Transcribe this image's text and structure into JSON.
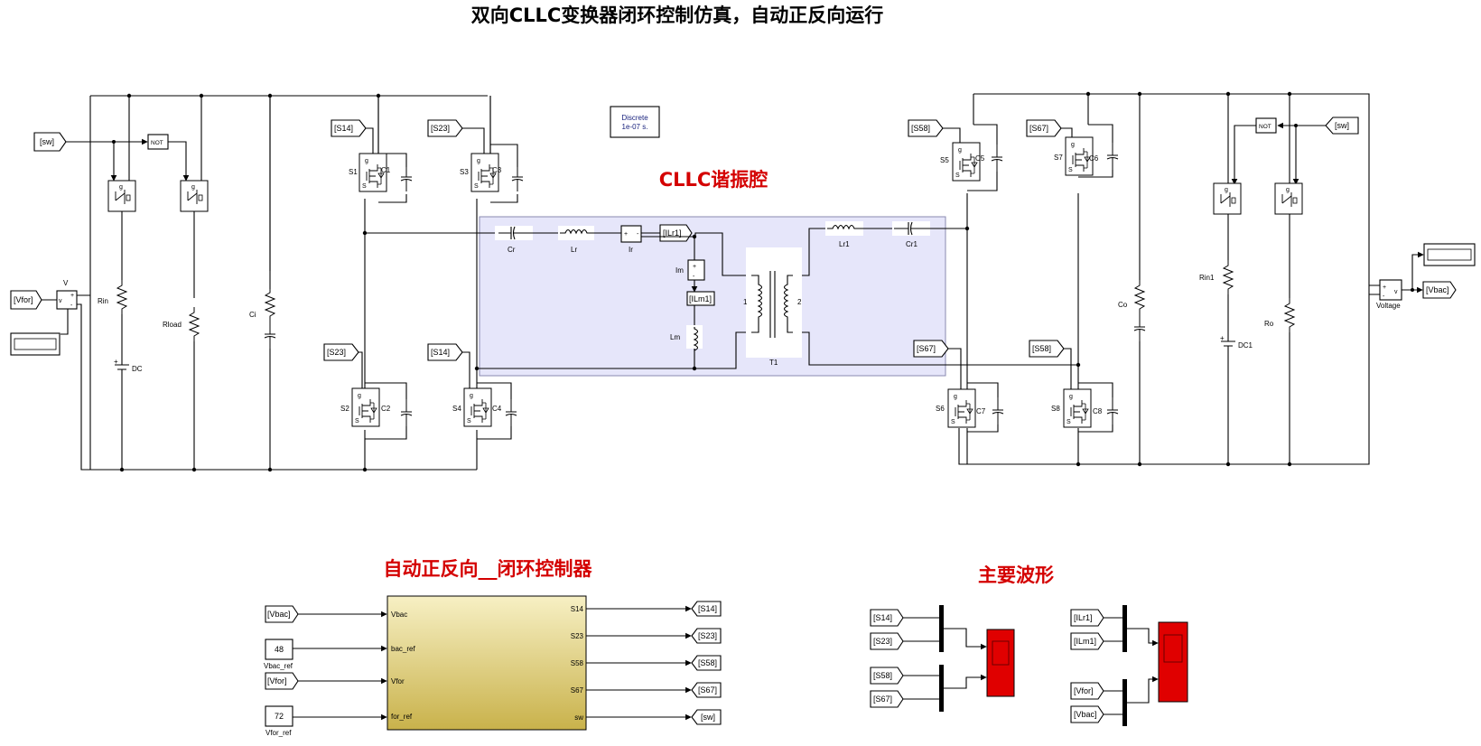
{
  "title": "双向CLLC变换器闭环控制仿真，自动正反向运行",
  "powergui": {
    "line1": "Discrete",
    "line2": "1e-07 s."
  },
  "resonant_title": "CLLC谐振腔",
  "controller_title": "自动正反向__闭环控制器",
  "waveform_title": "主要波形",
  "left_side": {
    "sw_tag": "[sw]",
    "not_label": "NOT",
    "vfor_tag": "[Vfor]",
    "vm_label": "V",
    "vm_port": "v",
    "rin": "Rin",
    "dc": "DC",
    "rload": "Rload",
    "ci": "Ci"
  },
  "primary_bridge": {
    "s1": "S1",
    "s2": "S2",
    "s3": "S3",
    "s4": "S4",
    "c1": "C1",
    "c2": "C2",
    "c3": "C3",
    "c4": "C4",
    "tag_s14_top": "[S14]",
    "tag_s23_top": "[S23]",
    "tag_s23_bot": "[S23]",
    "tag_s14_bot": "[S14]"
  },
  "tank": {
    "cr": "Cr",
    "lr": "Lr",
    "ir": "Ir",
    "ilr1_tag": "[ILr1]",
    "im": "Im",
    "ilm1_tag": "[ILm1]",
    "lm": "Lm",
    "lr1": "Lr1",
    "cr1": "Cr1",
    "t1": "T1",
    "wind1": "1",
    "wind2": "2"
  },
  "secondary_bridge": {
    "s5": "S5",
    "s6": "S6",
    "s7": "S7",
    "s8": "S8",
    "c5": "C5",
    "c6": "C6",
    "c7": "C7",
    "c8": "C8",
    "tag_s58_top": "[S58]",
    "tag_s67_top": "[S67]",
    "tag_s67_bot": "[S67]",
    "tag_s58_bot": "[S58]"
  },
  "right_side": {
    "co": "Co",
    "rin1": "Rin1",
    "dc1": "DC1",
    "ro": "Ro",
    "not_label": "NOT",
    "sw_tag": "[sw]",
    "voltage": "Voltage",
    "vm_port": "v",
    "vbac_tag": "[Vbac]"
  },
  "controller": {
    "inputs": [
      "Vbac",
      "bac_ref",
      "Vfor",
      "for_ref"
    ],
    "outputs": [
      "S14",
      "S23",
      "S58",
      "S67",
      "sw"
    ],
    "from_vbac": "[Vbac]",
    "const_vbac": "48",
    "const_vbac_name": "Vbac_ref",
    "from_vfor": "[Vfor]",
    "const_vfor": "72",
    "const_vfor_name": "Vfor_ref",
    "goto_tags": [
      "[S14]",
      "[S23]",
      "[S58]",
      "[S67]",
      "[sw]"
    ]
  },
  "scopes": {
    "scope1_inputs": [
      "[S14]",
      "[S23]",
      "[S58]",
      "[S67]"
    ],
    "scope2_inputs": [
      "[ILr1]",
      "[ILm1]",
      "[Vfor]",
      "[Vbac]"
    ]
  },
  "colors": {
    "title_red": "#d40000",
    "tank_fill": "#e6e6fa",
    "controller_top": "#f6efc0",
    "controller_bottom": "#c8b24a",
    "scope_red": "#e00000"
  }
}
